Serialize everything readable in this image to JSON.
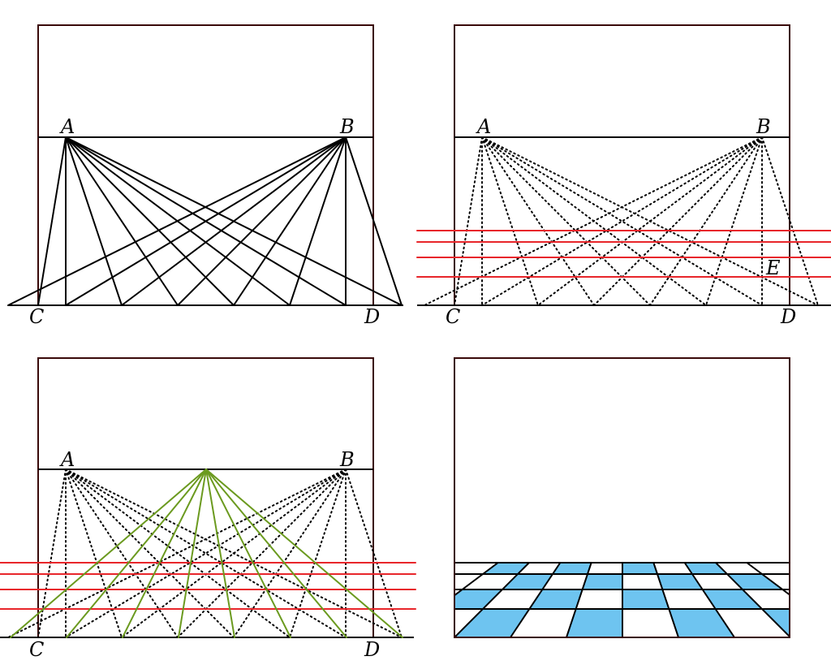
{
  "panels": [
    {
      "id": "p1",
      "labels": {
        "A": "A",
        "B": "B",
        "C": "C",
        "D": "D"
      }
    },
    {
      "id": "p2",
      "labels": {
        "A": "A",
        "B": "B",
        "C": "C",
        "D": "D",
        "E": "E"
      }
    },
    {
      "id": "p3",
      "labels": {
        "A": "A",
        "B": "B",
        "C": "C",
        "D": "D"
      }
    },
    {
      "id": "p4",
      "labels": {}
    }
  ],
  "colors": {
    "frame": "#3a0a0a",
    "line": "#000000",
    "transversal": "#e8262b",
    "green": "#6b9a1f",
    "tile": "#6ec4f0"
  }
}
